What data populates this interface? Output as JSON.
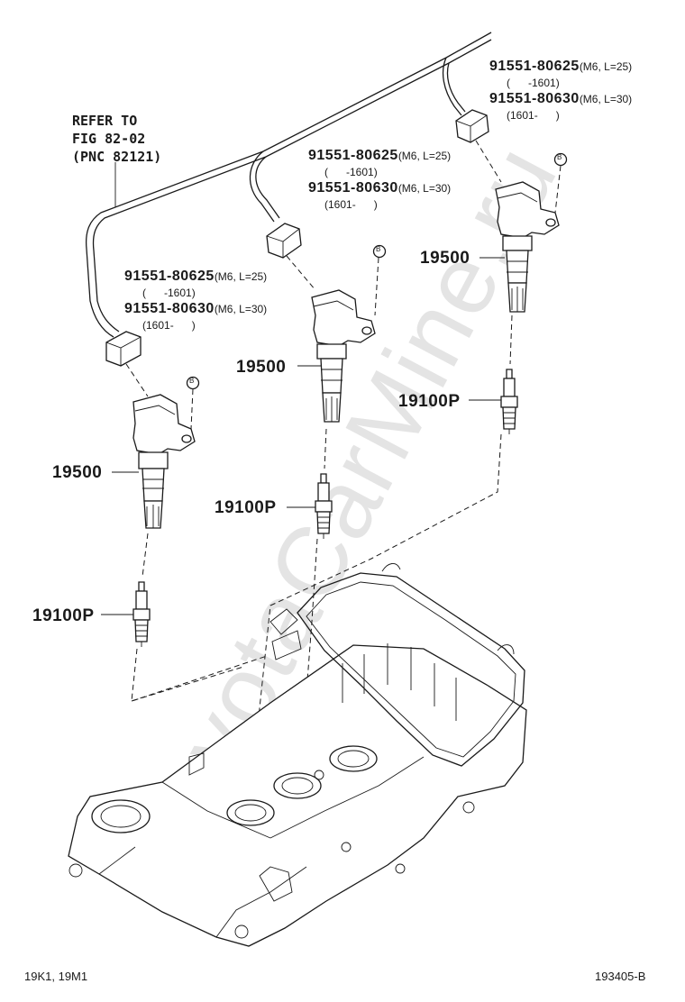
{
  "watermark": "ToyotaCarMine.ru",
  "refer": {
    "line1": "REFER TO",
    "line2": "FIG 82-02",
    "line3": "(PNC 82121)"
  },
  "coil_assemblies": [
    {
      "bolt_primary": {
        "number": "91551-80625",
        "spec": "(M6, L=25)",
        "range": "(      -1601)"
      },
      "bolt_alt": {
        "number": "91551-80630",
        "spec": "(M6, L=30)",
        "range": "(1601-      )"
      },
      "bolt_marker": "B",
      "coil": "19500",
      "plug": "19100P"
    },
    {
      "bolt_primary": {
        "number": "91551-80625",
        "spec": "(M6, L=25)",
        "range": "(      -1601)"
      },
      "bolt_alt": {
        "number": "91551-80630",
        "spec": "(M6, L=30)",
        "range": "(1601-      )"
      },
      "bolt_marker": "B",
      "coil": "19500",
      "plug": "19100P"
    },
    {
      "bolt_primary": {
        "number": "91551-80625",
        "spec": "(M6, L=25)",
        "range": "(      -1601)"
      },
      "bolt_alt": {
        "number": "91551-80630",
        "spec": "(M6, L=30)",
        "range": "(1601-      )"
      },
      "bolt_marker": "B",
      "coil": "19500",
      "plug": "19100P"
    }
  ],
  "footer": {
    "models": "19K1, 19M1",
    "figure_id": "193405-B"
  }
}
